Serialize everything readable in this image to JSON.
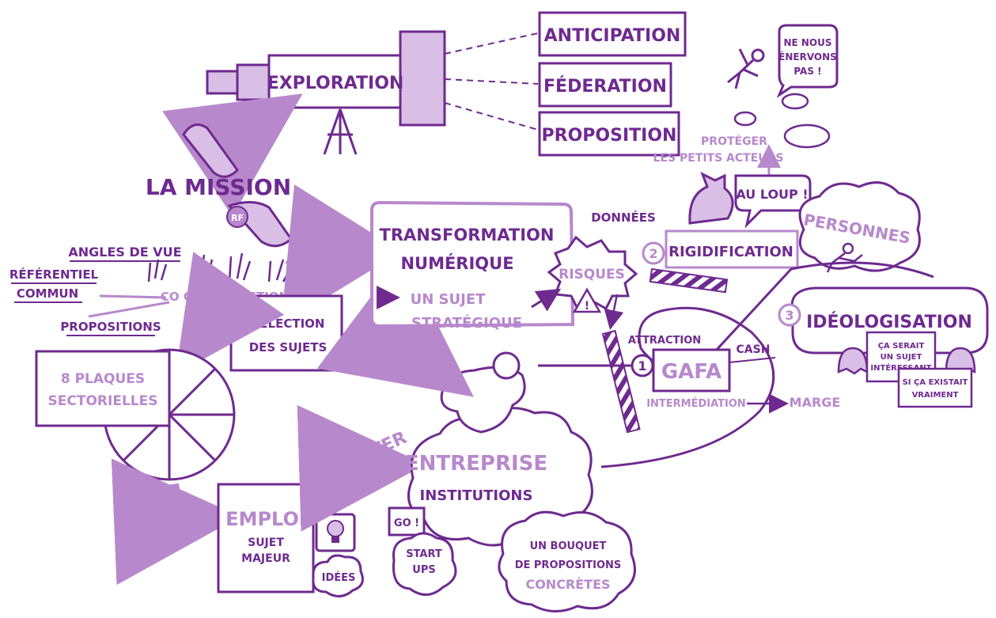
{
  "colors": {
    "ink": "#6e2a8f",
    "fill": "#b888cc",
    "light": "#d9bfe6",
    "paper": "#ffffff"
  },
  "labels": {
    "exploration": "Exploration",
    "anticipation": "Anticipation",
    "federation": "Féderation",
    "proposition": "Proposition",
    "proteger_1": "Protéger",
    "proteger_2": "les petits acteurs",
    "ne_nous_1": "Ne nous",
    "ne_nous_2": "énervons",
    "ne_nous_3": "pas !",
    "la_mission": "La Mission",
    "rf": "RF",
    "angles_de_vue": "Angles de vue",
    "referentiel": "Référentiel",
    "commun": "Commun",
    "co_construction": "Co construction",
    "propositions": "Propositions",
    "selection_1": "Sélection",
    "selection_2": "des sujets",
    "plaques_1": "8 plaques",
    "plaques_2": "sectorielles",
    "transformation_1": "Transformation",
    "transformation_2": "numérique",
    "un_sujet": "un sujet",
    "strategique": "stratégique",
    "risques": "Risques",
    "warning": "!",
    "donnees": "Données",
    "au_loup": "Au loup !",
    "personnes": "Personnes",
    "num_2": "2",
    "rigidification": "Rigidification",
    "num_3": "3",
    "ideologisation": "Idéologisation",
    "num_1": "1",
    "attraction": "Attraction",
    "gafa": "GAFA",
    "cash": "Cash",
    "intermediation": "Intermédiation",
    "marge": "Marge",
    "ca_serait_1": "ça serait",
    "ca_serait_2": "un sujet",
    "ca_serait_3": "intéressant",
    "si_ca_1": "si ça existait",
    "si_ca_2": "vraiment",
    "booster": "Booster",
    "entreprise": "Entreprise",
    "institutions": "Institutions",
    "emploi": "Emploi",
    "sujet_majeur_1": "sujet",
    "sujet_majeur_2": "majeur",
    "idees": "Idées",
    "go": "GO !",
    "start_1": "Start",
    "start_2": "Ups",
    "bouquet_1": "Un bouquet",
    "bouquet_2": "de propositions",
    "bouquet_3": "concrètes"
  }
}
